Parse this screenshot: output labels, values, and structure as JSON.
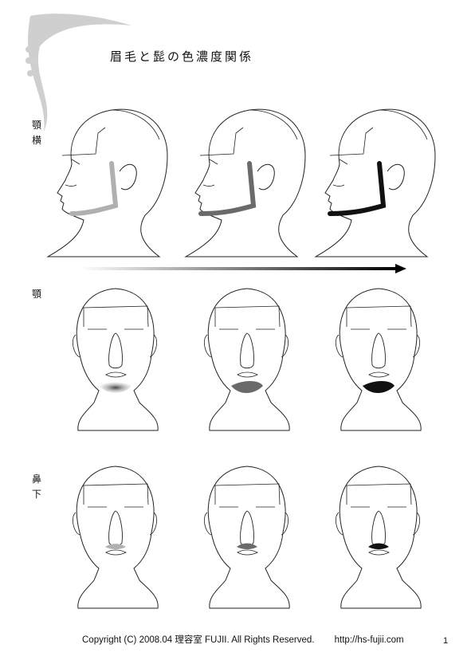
{
  "title": "眉毛と髭の色濃度関係",
  "row_labels": {
    "side_jaw": "顎横",
    "chin": "顎",
    "under_nose": "鼻下"
  },
  "shade_colors": [
    "#b0b0b0",
    "#6a6a6a",
    "#111111"
  ],
  "footer": {
    "copyright": "Copyright (C) 2008.04 理容室 FUJII. All Rights Reserved.",
    "url": "http://hs-fujii.com"
  },
  "page_number": "1"
}
